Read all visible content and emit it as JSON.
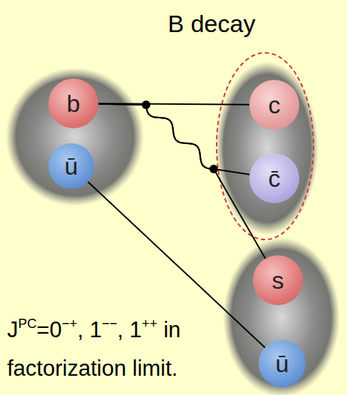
{
  "diagram": {
    "title": "B decay",
    "caption": "JPC=0−+, 1−−, 1++ in factorization limit.",
    "nodes": [
      {
        "text": [
          "b"
        ]
      },
      {
        "text": [
          "ū"
        ]
      },
      {
        "text": [
          "c"
        ]
      },
      {
        "text": [
          "c̄"
        ]
      },
      {
        "text": [
          "s"
        ]
      },
      {
        "text": [
          "ū"
        ]
      }
    ],
    "edges": [
      {
        "from": 0,
        "to": 2,
        "arrow": "none"
      },
      {
        "from": 0,
        "to": 3,
        "arrow": "none"
      },
      {
        "from": 0,
        "to": 4,
        "arrow": "none"
      },
      {
        "from": 1,
        "to": 5,
        "arrow": "none"
      }
    ]
  }
}
